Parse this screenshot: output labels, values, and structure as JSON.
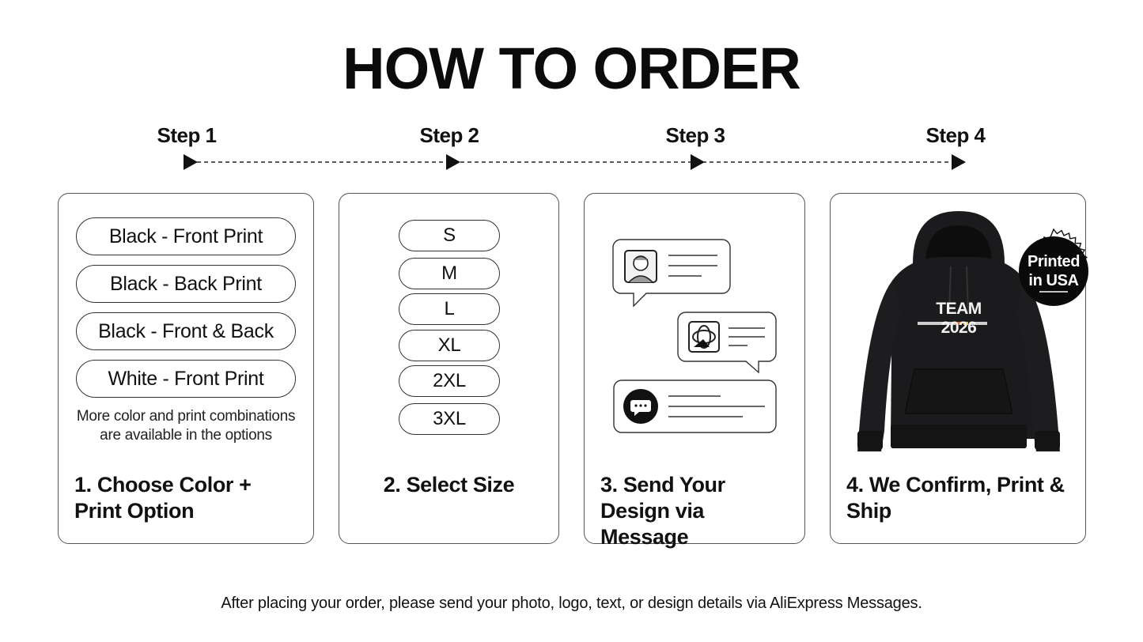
{
  "title": "HOW TO ORDER",
  "steps": [
    {
      "label": "Step 1"
    },
    {
      "label": "Step 2"
    },
    {
      "label": "Step 3"
    },
    {
      "label": "Step 4"
    }
  ],
  "card1": {
    "options": [
      "Black - Front Print",
      "Black - Back Print",
      "Black - Front & Back",
      "White - Front Print"
    ],
    "note_line1": "More color and print combinations",
    "note_line2": "are available in the options",
    "title": "1. Choose Color + Print Option"
  },
  "card2": {
    "sizes": [
      "S",
      "M",
      "L",
      "XL",
      "2XL",
      "3XL"
    ],
    "title": "2. Select Size"
  },
  "card3": {
    "title": "3. Send Your Design via Message"
  },
  "card4": {
    "hoodie_print": "TEAM 2026",
    "badge_line1": "Printed",
    "badge_line2": "in USA",
    "title": "4. We Confirm, Print & Ship"
  },
  "footer": "After placing your order, please send your photo, logo, text, or design details via AliExpress Messages.",
  "colors": {
    "text": "#111111",
    "border": "#555555",
    "hoodie": "#1b1b1d",
    "badge": "#0a0a0a"
  }
}
